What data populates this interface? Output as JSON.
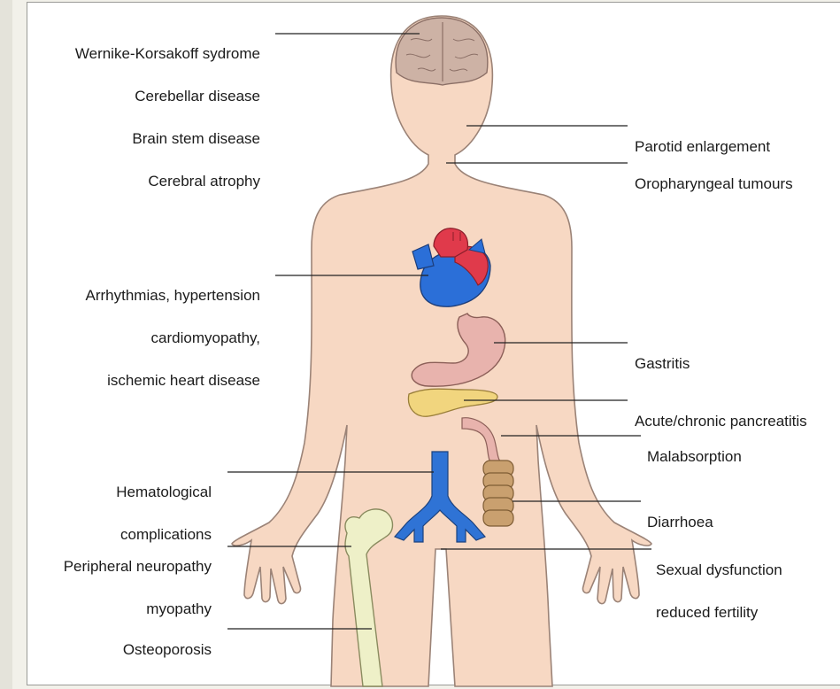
{
  "colors": {
    "skin": "#f7d8c3",
    "skin_outline": "#9b8377",
    "brain": "#cdb2a5",
    "heart_red": "#e03a4b",
    "heart_blue": "#2b6fd8",
    "stomach": "#e8b3ad",
    "pancreas": "#f1d57e",
    "intestine": "#c9a06f",
    "vessel_blue": "#2f73d5",
    "bone": "#eef0c8",
    "leader_line": "#222222"
  },
  "labels_left": {
    "brain": [
      "Wernike-Korsakoff sydrome",
      "Cerebellar disease",
      "Brain stem disease",
      "Cerebral atrophy"
    ],
    "heart": [
      "Arrhythmias, hypertension",
      "cardiomyopathy,",
      "ischemic heart disease"
    ],
    "blood": [
      "Hematological",
      "complications"
    ],
    "nerve": [
      "Peripheral neuropathy",
      "myopathy"
    ],
    "bone": [
      "Osteoporosis"
    ]
  },
  "labels_right": {
    "parotid": [
      "Parotid enlargement"
    ],
    "oropharynx": [
      "Oropharyngeal tumours"
    ],
    "gastritis": [
      "Gastritis"
    ],
    "pancreas": [
      "Acute/chronic pancreatitis"
    ],
    "malabsorption": [
      "Malabsorption"
    ],
    "diarrhoea": [
      "Diarrhoea"
    ],
    "sexual": [
      "Sexual dysfunction",
      "reduced fertility"
    ]
  }
}
